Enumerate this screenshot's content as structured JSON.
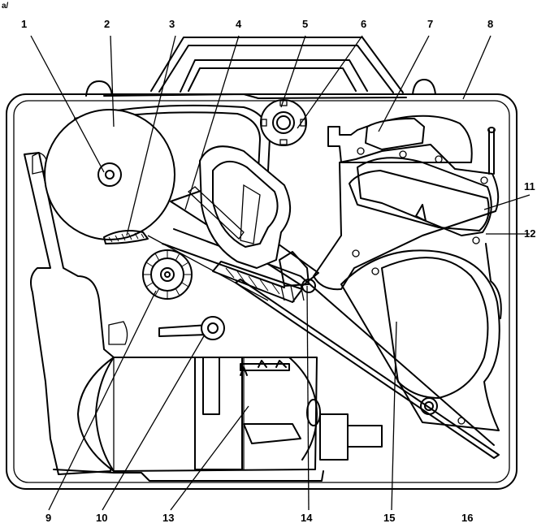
{
  "figure": {
    "corner_mark": "a/",
    "callouts": [
      "1",
      "2",
      "3",
      "4",
      "5",
      "6",
      "7",
      "8",
      "9",
      "10",
      "11",
      "12",
      "13",
      "14",
      "15",
      "16"
    ]
  }
}
